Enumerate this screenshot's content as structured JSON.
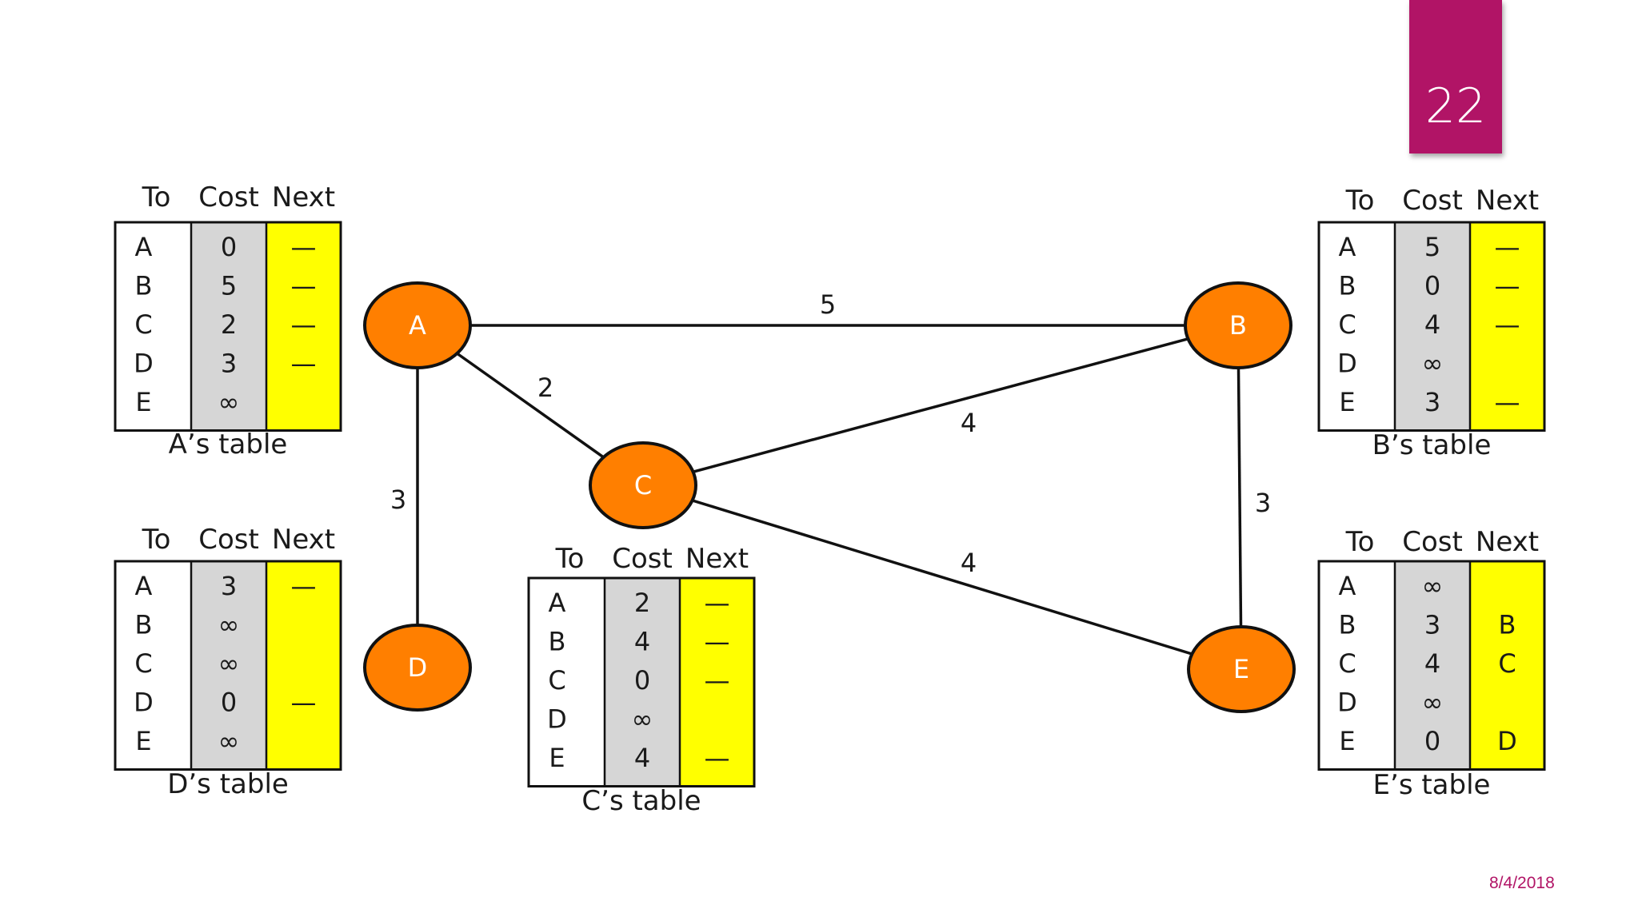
{
  "slide": {
    "number": "22",
    "date": "8/4/2018"
  },
  "colors": {
    "node": "#ff7f00",
    "next_col": "#ffff00",
    "cost_col": "#d6d6d6",
    "badge": "#b11466"
  },
  "headers": {
    "to": "To",
    "cost": "Cost",
    "next": "Next"
  },
  "nodes": [
    {
      "id": "A",
      "label": "A"
    },
    {
      "id": "B",
      "label": "B"
    },
    {
      "id": "C",
      "label": "C"
    },
    {
      "id": "D",
      "label": "D"
    },
    {
      "id": "E",
      "label": "E"
    }
  ],
  "edges": [
    {
      "from": "A",
      "to": "B",
      "cost": "5"
    },
    {
      "from": "A",
      "to": "C",
      "cost": "2"
    },
    {
      "from": "A",
      "to": "D",
      "cost": "3"
    },
    {
      "from": "C",
      "to": "B",
      "cost": "4"
    },
    {
      "from": "C",
      "to": "E",
      "cost": "4"
    },
    {
      "from": "B",
      "to": "E",
      "cost": "3"
    }
  ],
  "tables": [
    {
      "id": "A",
      "caption": "A’s table",
      "rows": [
        {
          "to": "A",
          "cost": "0",
          "next": "—"
        },
        {
          "to": "B",
          "cost": "5",
          "next": "—"
        },
        {
          "to": "C",
          "cost": "2",
          "next": "—"
        },
        {
          "to": "D",
          "cost": "3",
          "next": "—"
        },
        {
          "to": "E",
          "cost": "∞",
          "next": ""
        }
      ]
    },
    {
      "id": "B",
      "caption": "B’s table",
      "rows": [
        {
          "to": "A",
          "cost": "5",
          "next": "—"
        },
        {
          "to": "B",
          "cost": "0",
          "next": "—"
        },
        {
          "to": "C",
          "cost": "4",
          "next": "—"
        },
        {
          "to": "D",
          "cost": "∞",
          "next": ""
        },
        {
          "to": "E",
          "cost": "3",
          "next": "—"
        }
      ]
    },
    {
      "id": "C",
      "caption": "C’s table",
      "rows": [
        {
          "to": "A",
          "cost": "2",
          "next": "—"
        },
        {
          "to": "B",
          "cost": "4",
          "next": "—"
        },
        {
          "to": "C",
          "cost": "0",
          "next": "—"
        },
        {
          "to": "D",
          "cost": "∞",
          "next": ""
        },
        {
          "to": "E",
          "cost": "4",
          "next": "—"
        }
      ]
    },
    {
      "id": "D",
      "caption": "D’s table",
      "rows": [
        {
          "to": "A",
          "cost": "3",
          "next": "—"
        },
        {
          "to": "B",
          "cost": "∞",
          "next": ""
        },
        {
          "to": "C",
          "cost": "∞",
          "next": ""
        },
        {
          "to": "D",
          "cost": "0",
          "next": "—"
        },
        {
          "to": "E",
          "cost": "∞",
          "next": ""
        }
      ]
    },
    {
      "id": "E",
      "caption": "E’s table",
      "rows": [
        {
          "to": "A",
          "cost": "∞",
          "next": ""
        },
        {
          "to": "B",
          "cost": "3",
          "next": "B"
        },
        {
          "to": "C",
          "cost": "4",
          "next": "C"
        },
        {
          "to": "D",
          "cost": "∞",
          "next": ""
        },
        {
          "to": "E",
          "cost": "0",
          "next": "D"
        }
      ]
    }
  ]
}
